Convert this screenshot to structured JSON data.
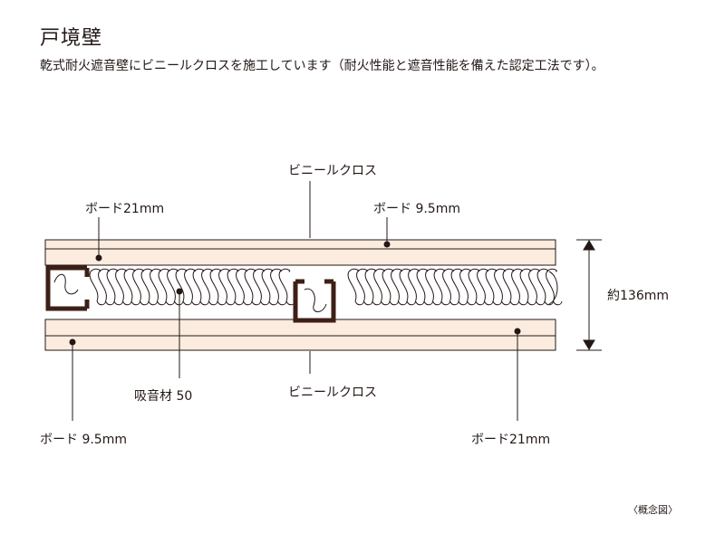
{
  "title": "戸境壁",
  "description": "乾式耐火遮音壁にビニールクロスを施工しています（耐火性能と遮音性能を備えた認定工法です）。",
  "labels": {
    "vinyl_top": "ビニールクロス",
    "board21_top": "ボード21mm",
    "board95_top": "ボード 9.5mm",
    "thickness": "約136mm",
    "absorber": "吸音材 50",
    "vinyl_bottom": "ビニールクロス",
    "board95_bottom": "ボード 9.5mm",
    "board21_bottom": "ボード21mm"
  },
  "note": "〈概念図〉",
  "colors": {
    "board_fill": "#fbecdf",
    "line": "#231815",
    "frame": "#3e1f16"
  }
}
